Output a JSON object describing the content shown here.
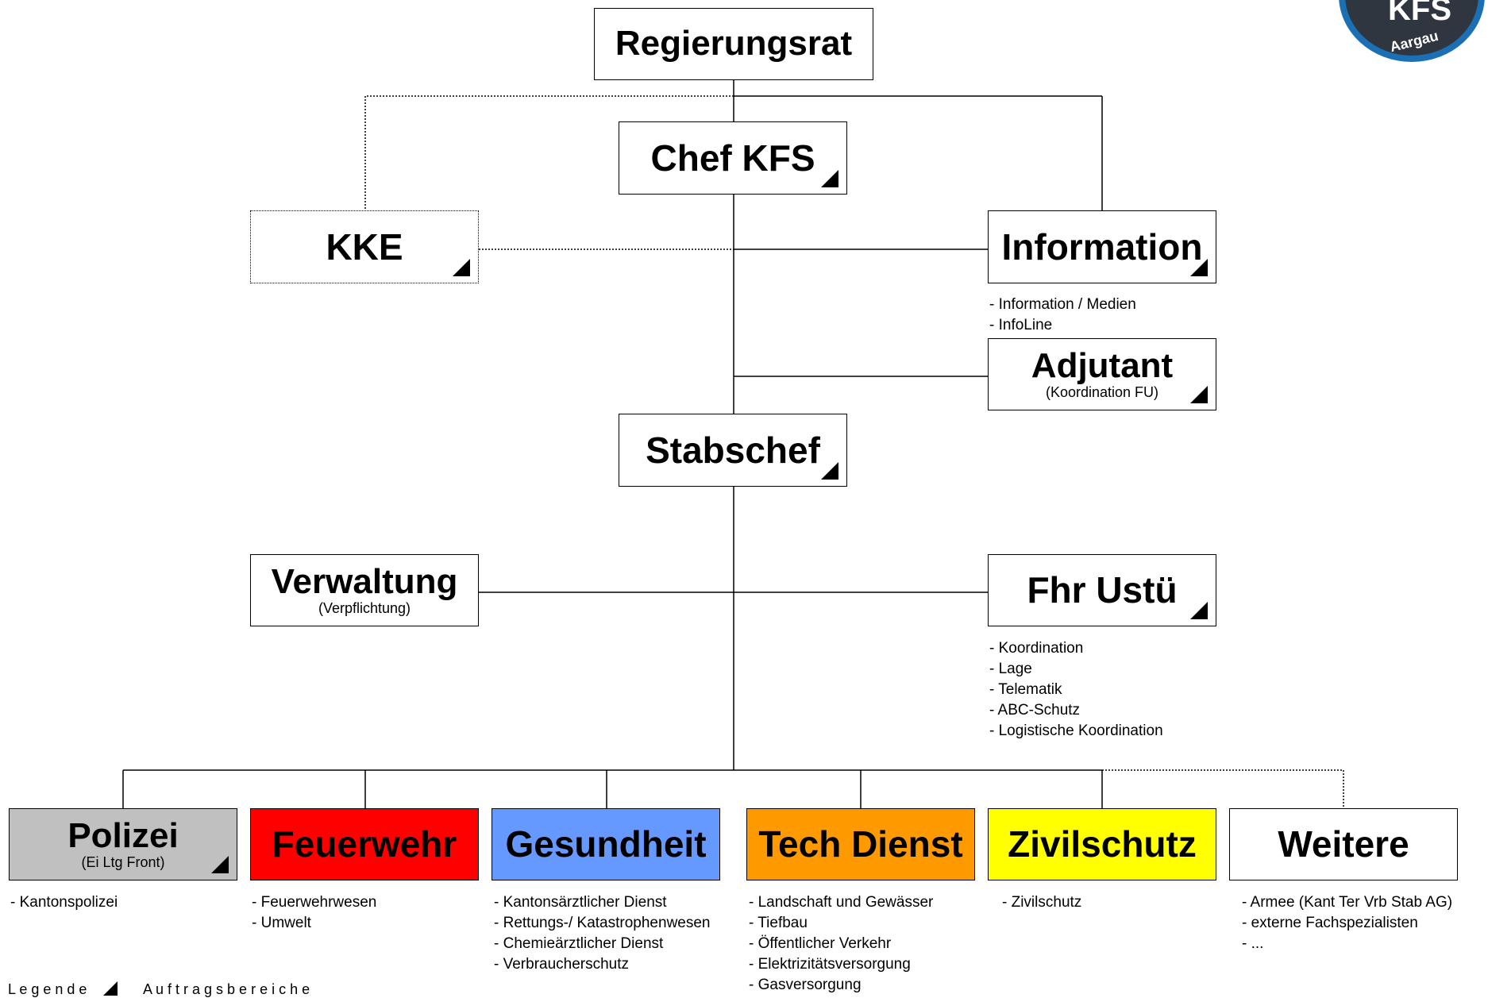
{
  "org": {
    "regierungsrat": {
      "title": "Regierungsrat"
    },
    "chef_kfs": {
      "title": "Chef KFS"
    },
    "kke": {
      "title": "KKE"
    },
    "information": {
      "title": "Information",
      "items": [
        "- Information / Medien",
        "- InfoLine"
      ]
    },
    "adjutant": {
      "title": "Adjutant",
      "subtitle": "(Koordination FU)"
    },
    "stabschef": {
      "title": "Stabschef"
    },
    "verwaltung": {
      "title": "Verwaltung",
      "subtitle": "(Verpflichtung)"
    },
    "fhr_ustue": {
      "title": "Fhr Ustü",
      "items": [
        "- Koordination",
        "- Lage",
        "- Telematik",
        "- ABC-Schutz",
        "- Logistische Koordination"
      ]
    }
  },
  "departments": [
    {
      "title": "Polizei",
      "subtitle": "(Ei Ltg Front)",
      "color": "#c0c0c0",
      "items": [
        "- Kantonspolizei"
      ]
    },
    {
      "title": "Feuerwehr",
      "color": "#ff0000",
      "items": [
        "- Feuerwehrwesen",
        "- Umwelt"
      ]
    },
    {
      "title": "Gesundheit",
      "color": "#6699ff",
      "items": [
        "- Kantonsärztlicher Dienst",
        "- Rettungs-/ Katastrophenwesen",
        "- Chemieärztlicher Dienst",
        "- Verbraucherschutz"
      ]
    },
    {
      "title": "Tech Dienst",
      "color": "#ff9900",
      "items": [
        "- Landschaft und Gewässer",
        "- Tiefbau",
        "- Öffentlicher Verkehr",
        "- Elektrizitätsversorgung",
        "- Gasversorgung"
      ]
    },
    {
      "title": "Zivilschutz",
      "color": "#ffff00",
      "items": [
        "- Zivilschutz"
      ]
    },
    {
      "title": "Weitere",
      "color": "#ffffff",
      "items": [
        "- Armee (Kant Ter Vrb Stab AG)",
        "- externe Fachspezialisten",
        "- ..."
      ]
    }
  ],
  "logo": {
    "text_main": "KFS",
    "text_ring": "Aargau",
    "colors": {
      "ring": "#1a6fb5",
      "center": "#2f3640"
    }
  },
  "legend": {
    "left_text": "L e g e n d e",
    "right_text": "A u f t r a g s b e r e i c h e"
  }
}
